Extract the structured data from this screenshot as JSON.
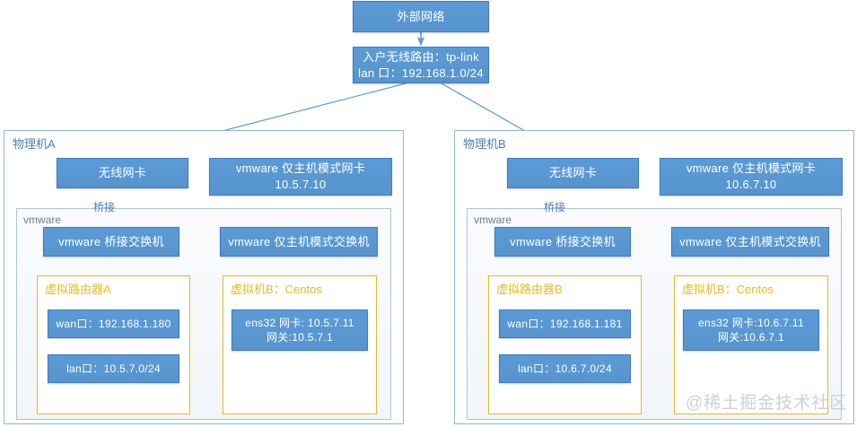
{
  "diagram": {
    "title_node": {
      "label": "外部网络"
    },
    "router_node": {
      "line1": "入户无线路由：tp-link",
      "line2": "lan 口：192.168.1.0/24"
    },
    "watermark": "@稀土掘金技术社区",
    "colors": {
      "node_fill": "#5B9BD5",
      "node_border": "#3F7BBF",
      "host_border": "#8FB8DC",
      "host_label": "#4A7EBB",
      "vmware_border": "#A9C4DE",
      "vmware_label": "#6E7D8C",
      "guest_border": "#E8B923",
      "guest_label": "#E8B923",
      "edge_stroke": "#5B9BD5",
      "watermark": "#C9CED6"
    },
    "hosts": [
      {
        "id": "host-a",
        "label": "物理机A",
        "wifi_nic": {
          "label": "无线网卡"
        },
        "hostonly_nic": {
          "line1": "vmware 仅主机模式网卡",
          "line2": "10.5.7.10"
        },
        "bridge_edge_label": "桥接",
        "vmware": {
          "label": "vmware",
          "bridge_switch": {
            "label": "vmware 桥接交换机"
          },
          "hostonly_switch": {
            "label": "vmware 仅主机模式交换机"
          },
          "guests": [
            {
              "id": "vrouter-a",
              "label": "虚拟路由器A",
              "ports": [
                {
                  "label": "wan口：192.168.1.180"
                },
                {
                  "label": "lan口：10.5.7.0/24"
                }
              ]
            },
            {
              "id": "vm-b-a",
              "label": "虚拟机B：Centos",
              "ports": [
                {
                  "line1": "ens32 网卡: 10.5.7.11",
                  "line2": "网关:10.5.7.1"
                }
              ]
            }
          ]
        }
      },
      {
        "id": "host-b",
        "label": "物理机B",
        "wifi_nic": {
          "label": "无线网卡"
        },
        "hostonly_nic": {
          "line1": "vmware 仅主机模式网卡",
          "line2": "10.6.7.10"
        },
        "bridge_edge_label": "桥接",
        "vmware": {
          "label": "vmware",
          "bridge_switch": {
            "label": "vmware 桥接交换机"
          },
          "hostonly_switch": {
            "label": "vmware 仅主机模式交换机"
          },
          "guests": [
            {
              "id": "vrouter-b",
              "label": "虚拟路由器B",
              "ports": [
                {
                  "label": "wan口：192.168.1.181"
                },
                {
                  "label": "lan口：10.6.7.0/24"
                }
              ]
            },
            {
              "id": "vm-b-b",
              "label": "虚拟机B：Centos",
              "ports": [
                {
                  "line1": "ens32 网卡:10.6.7.11",
                  "line2": "网关:10.6.7.1"
                }
              ]
            }
          ]
        }
      }
    ]
  }
}
